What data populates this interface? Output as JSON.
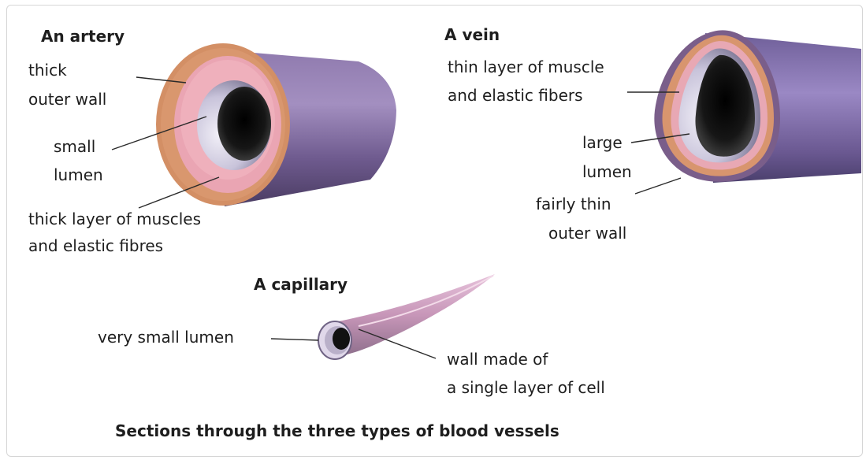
{
  "artery": {
    "heading": "An artery",
    "label_outer_wall": [
      "thick",
      "outer wall"
    ],
    "label_lumen": [
      "small",
      "lumen"
    ],
    "label_muscle": [
      "thick layer of muscles",
      "and elastic fibres"
    ]
  },
  "vein": {
    "heading": "A vein",
    "label_muscle": [
      "thin layer of muscle",
      "and elastic fibers"
    ],
    "label_lumen": [
      "large",
      "lumen"
    ],
    "label_outer_wall": [
      "fairly thin",
      "outer wall"
    ]
  },
  "capillary": {
    "heading": "A capillary",
    "label_lumen": "very small lumen",
    "label_wall": [
      "wall made of",
      "a single layer of cell"
    ]
  },
  "caption": "Sections through the three types of blood vessels",
  "colors": {
    "vessel_body": "#7e6a9c",
    "vessel_dark": "#4d3f66",
    "outer_wall": "#d99a72",
    "muscle_layer": "#e9a6b2",
    "lumen": "#1a1a1a",
    "inner_lining": "#c9c6d8",
    "capillary_pink": "#d6a8c8"
  }
}
